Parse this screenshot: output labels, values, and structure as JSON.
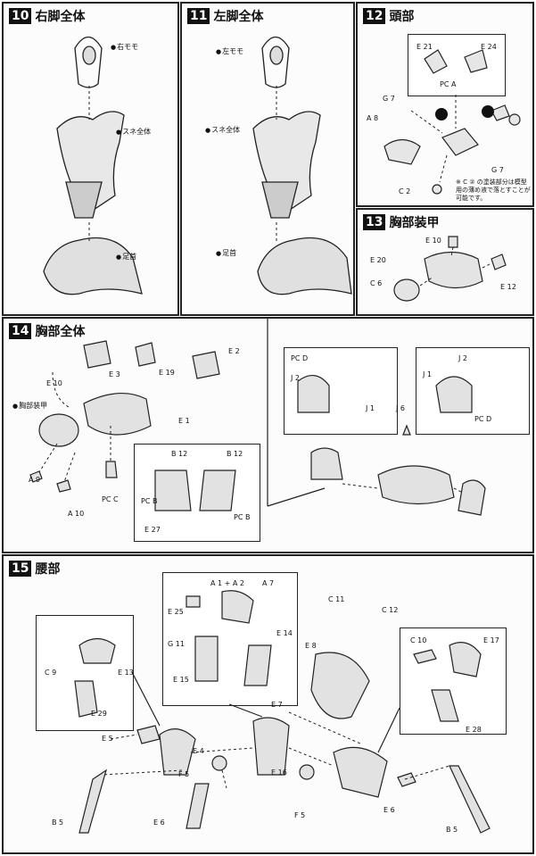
{
  "steps": {
    "s10": {
      "num": "10",
      "title": "右脚全体",
      "labels": [
        "右モモ",
        "スネ全体",
        "足首"
      ]
    },
    "s11": {
      "num": "11",
      "title": "左脚全体",
      "labels": [
        "左モモ",
        "スネ全体",
        "足首"
      ]
    },
    "s12": {
      "num": "12",
      "title": "頭部",
      "labels": [
        "E 21",
        "E 24",
        "PC A",
        "G 7",
        "A 8",
        "G 7",
        "C 2"
      ],
      "note": "※ C ② の塗装部分は模型用の薄め液で落とすことが可能です。"
    },
    "s13": {
      "num": "13",
      "title": "胸部装甲",
      "labels": [
        "E 10",
        "E 20",
        "C 6",
        "E 12"
      ]
    },
    "s14": {
      "num": "14",
      "title": "胸部全体",
      "labels": [
        "E 10",
        "E 3",
        "E 19",
        "E 2",
        "E 1",
        "胸部装甲",
        "A 9",
        "A 10",
        "PC C",
        "B 12",
        "B 12",
        "PC B",
        "PC B",
        "E 27",
        "PC D",
        "J 2",
        "J 1",
        "J 6",
        "J 1",
        "J 2",
        "PC D"
      ]
    },
    "s15": {
      "num": "15",
      "title": "腰部",
      "labels": [
        "A 1 + A 2",
        "A 7",
        "E 25",
        "G 11",
        "E 14",
        "E 15",
        "C 11",
        "C 12",
        "E 8",
        "E 13",
        "C 9",
        "E 29",
        "C 10",
        "E 17",
        "E 28",
        "E 5",
        "F 5",
        "E 4",
        "E 7",
        "E 16",
        "F 5",
        "B 5",
        "E 6",
        "E 6",
        "B 5"
      ]
    }
  }
}
